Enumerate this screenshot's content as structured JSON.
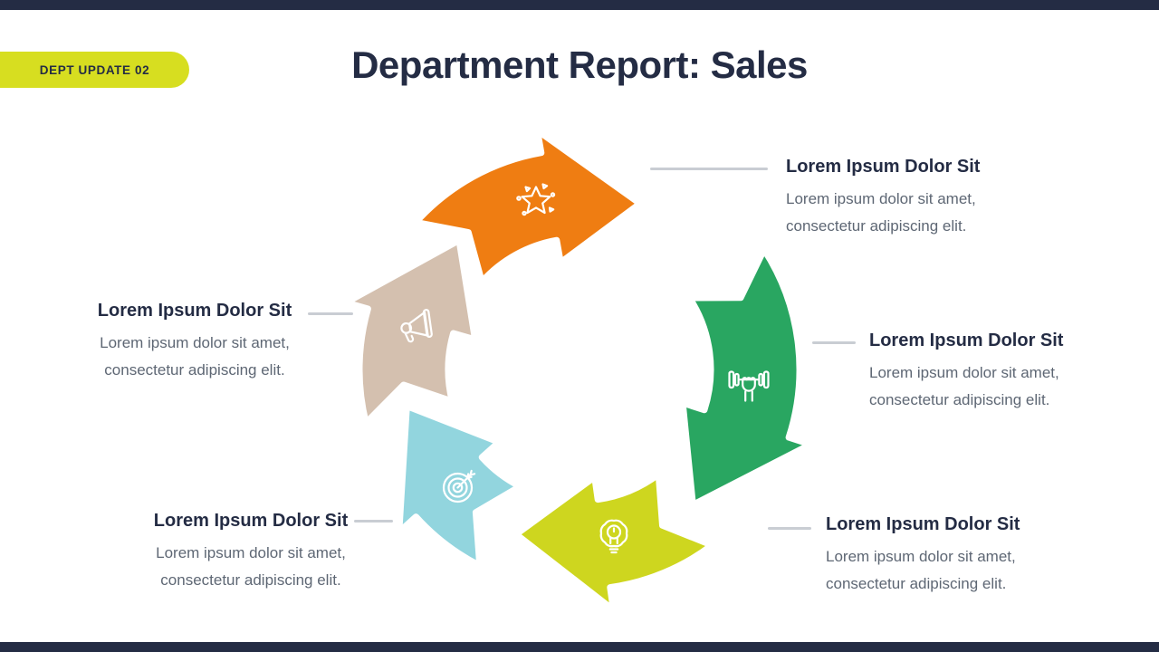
{
  "slide": {
    "badge": "DEPT UPDATE 02",
    "title": "Department Report: Sales"
  },
  "colors": {
    "navy": "#242C44",
    "badge_yellow": "#D7DE20",
    "connector_gray": "#C9CDD3",
    "body_text_gray": "#5E6774",
    "icon_stroke": "#FFFFFF",
    "background": "#FFFFFF"
  },
  "items": [
    {
      "key": "top-right",
      "heading": "Lorem Ipsum Dolor Sit",
      "body": "Lorem ipsum dolor sit amet, consectetur adipiscing elit.",
      "color": "#EF7D12",
      "icon": "star-icon"
    },
    {
      "key": "right",
      "heading": "Lorem Ipsum Dolor Sit",
      "body": "Lorem ipsum dolor sit amet, consectetur adipiscing elit.",
      "color": "#29A661",
      "icon": "dumbbell-icon"
    },
    {
      "key": "bottom-right",
      "heading": "Lorem Ipsum Dolor Sit",
      "body": "Lorem ipsum dolor sit amet, consectetur adipiscing elit.",
      "color": "#CED61F",
      "icon": "lightbulb-icon"
    },
    {
      "key": "bottom-left",
      "heading": "Lorem Ipsum Dolor Sit",
      "body": "Lorem ipsum dolor sit amet, consectetur adipiscing elit.",
      "color": "#92D5DE",
      "icon": "target-icon"
    },
    {
      "key": "left",
      "heading": "Lorem Ipsum Dolor Sit",
      "body": "Lorem ipsum dolor sit amet, consectetur adipiscing elit.",
      "color": "#D4C0AF",
      "icon": "megaphone-icon"
    }
  ]
}
